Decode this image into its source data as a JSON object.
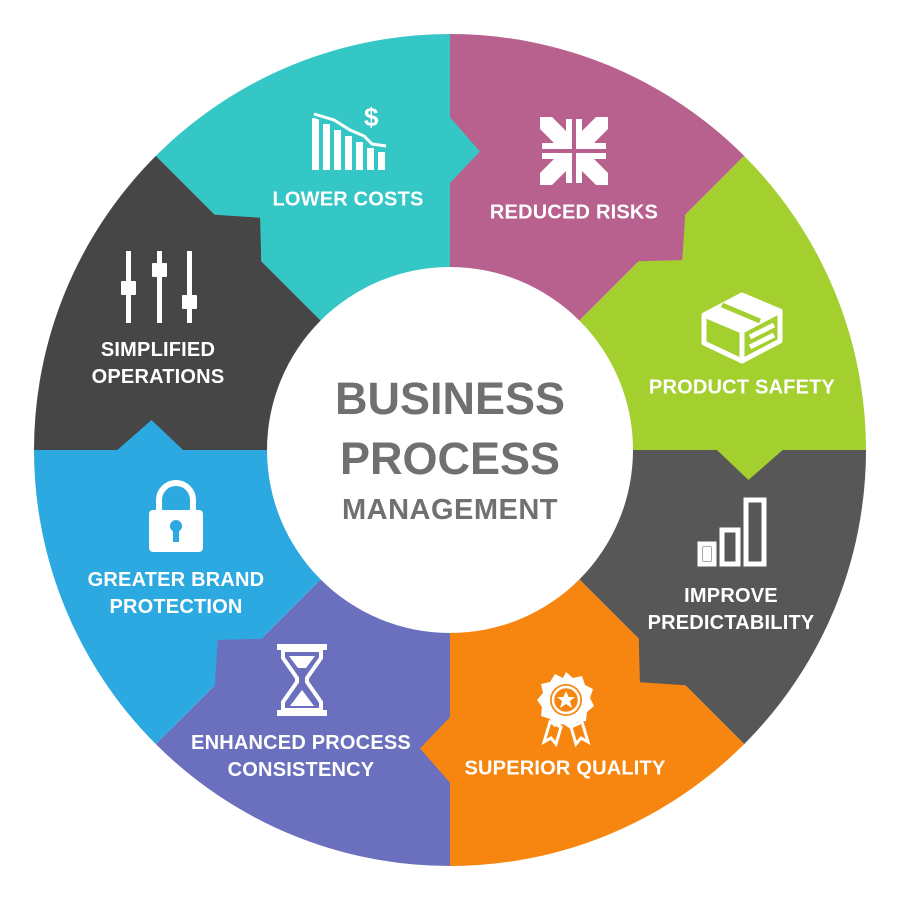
{
  "center": {
    "line1": "BUSINESS",
    "line2": "PROCESS",
    "line3": "MANAGEMENT"
  },
  "segments": [
    {
      "lines": [
        "LOWER COSTS"
      ],
      "icon": "bar-chart-dollar-icon",
      "color": "#35C7C6"
    },
    {
      "lines": [
        "REDUCED RISKS"
      ],
      "icon": "arrows-inward-icon",
      "color": "#B8608E"
    },
    {
      "lines": [
        "PRODUCT SAFETY"
      ],
      "icon": "package-box-icon",
      "color": "#A3D02E"
    },
    {
      "lines": [
        "IMPROVE",
        "PREDICTABILITY"
      ],
      "icon": "rising-bars-icon",
      "color": "#575757"
    },
    {
      "lines": [
        "SUPERIOR QUALITY"
      ],
      "icon": "quality-badge-icon",
      "color": "#F6860F"
    },
    {
      "lines": [
        "ENHANCED PROCESS",
        "CONSISTENCY"
      ],
      "icon": "hourglass-icon",
      "color": "#6A70BE"
    },
    {
      "lines": [
        "GREATER BRAND",
        "PROTECTION"
      ],
      "icon": "padlock-icon",
      "color": "#2BA9E0"
    },
    {
      "lines": [
        "SIMPLIFIED",
        "OPERATIONS"
      ],
      "icon": "sliders-icon",
      "color": "#464646"
    }
  ]
}
